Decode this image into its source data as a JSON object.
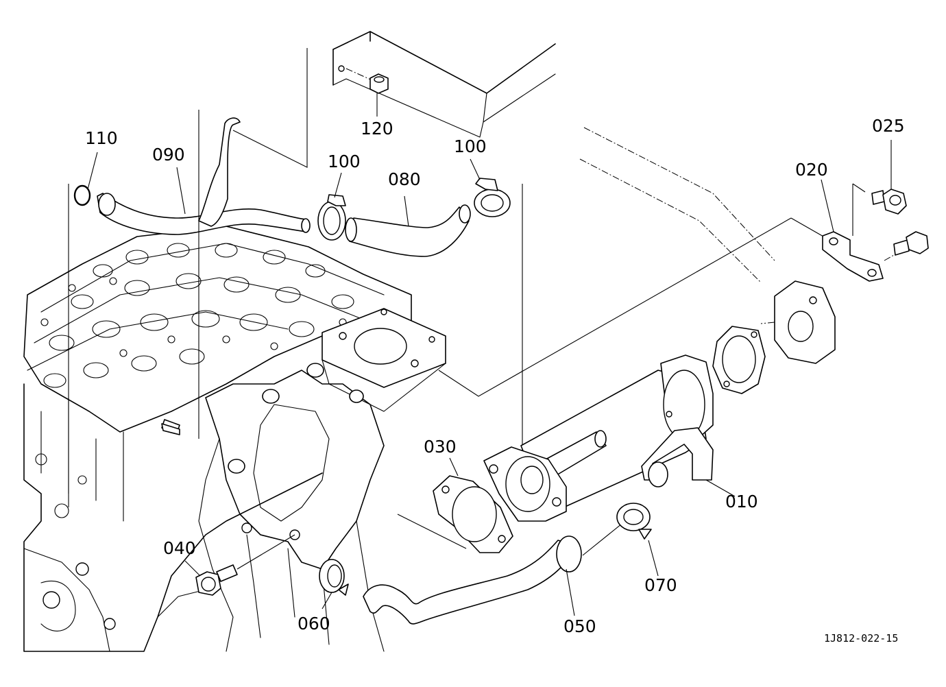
{
  "diagram": {
    "figure_id": "1J812-022-15",
    "callouts": {
      "p010": "010",
      "p020": "020",
      "p025": "025",
      "p030": "030",
      "p040": "040",
      "p050": "050",
      "p060": "060",
      "p070": "070",
      "p080": "080",
      "p090": "090",
      "p100a": "100",
      "p100b": "100",
      "p110": "110",
      "p120": "120"
    }
  }
}
